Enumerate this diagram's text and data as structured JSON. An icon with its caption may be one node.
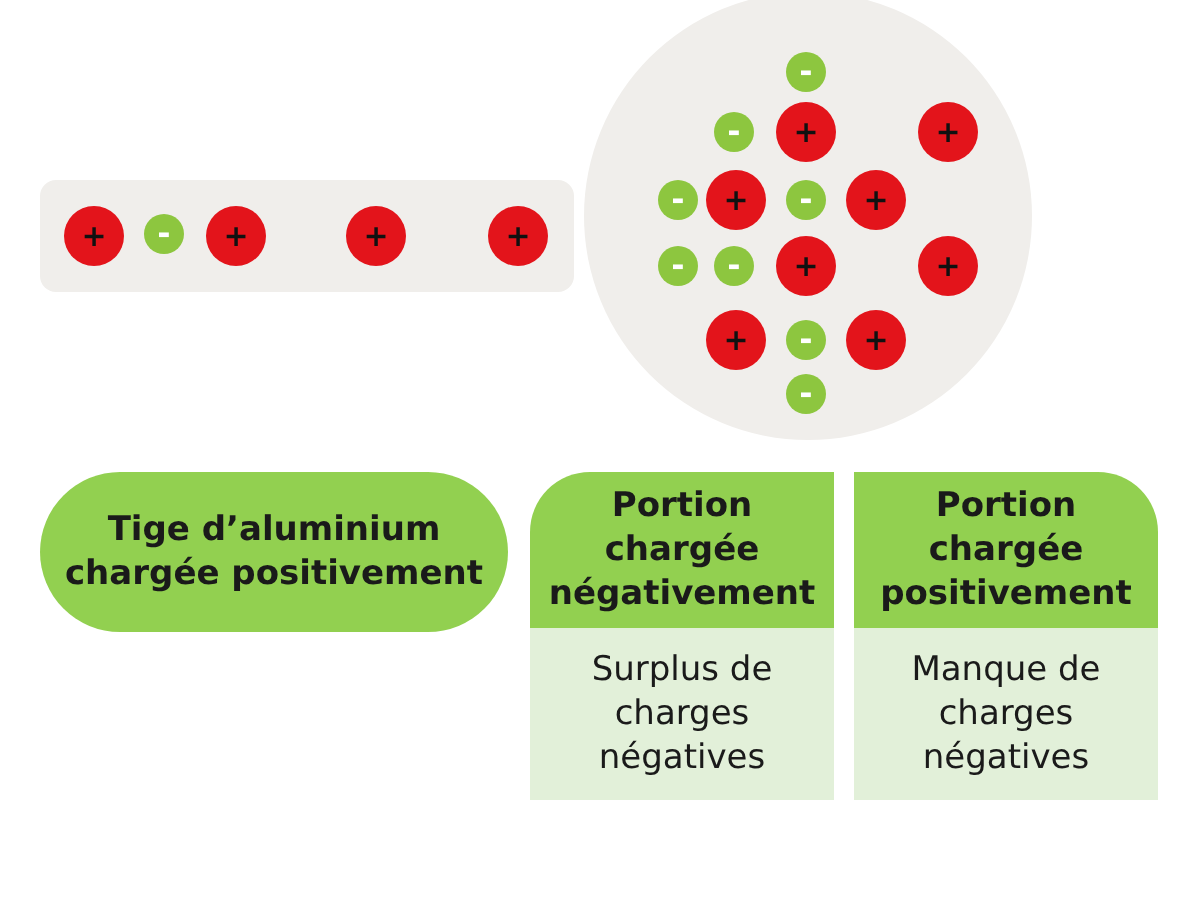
{
  "diagram": {
    "nodes": [
      {
        "text": [
          "Tige d’aluminium chargée positivement"
        ]
      },
      {
        "text": [
          "Portion chargée négativement",
          "Surplus de charges négatives"
        ]
      },
      {
        "text": [
          "Portion chargée positivement",
          "Manque de charges négatives"
        ]
      }
    ],
    "labels": [
      "+",
      "-",
      "+",
      "+",
      "+",
      "-",
      "-",
      "+",
      "+",
      "-",
      "+",
      "-",
      "+",
      "-",
      "-",
      "+",
      "+",
      "+",
      "-",
      "+",
      "-"
    ]
  }
}
